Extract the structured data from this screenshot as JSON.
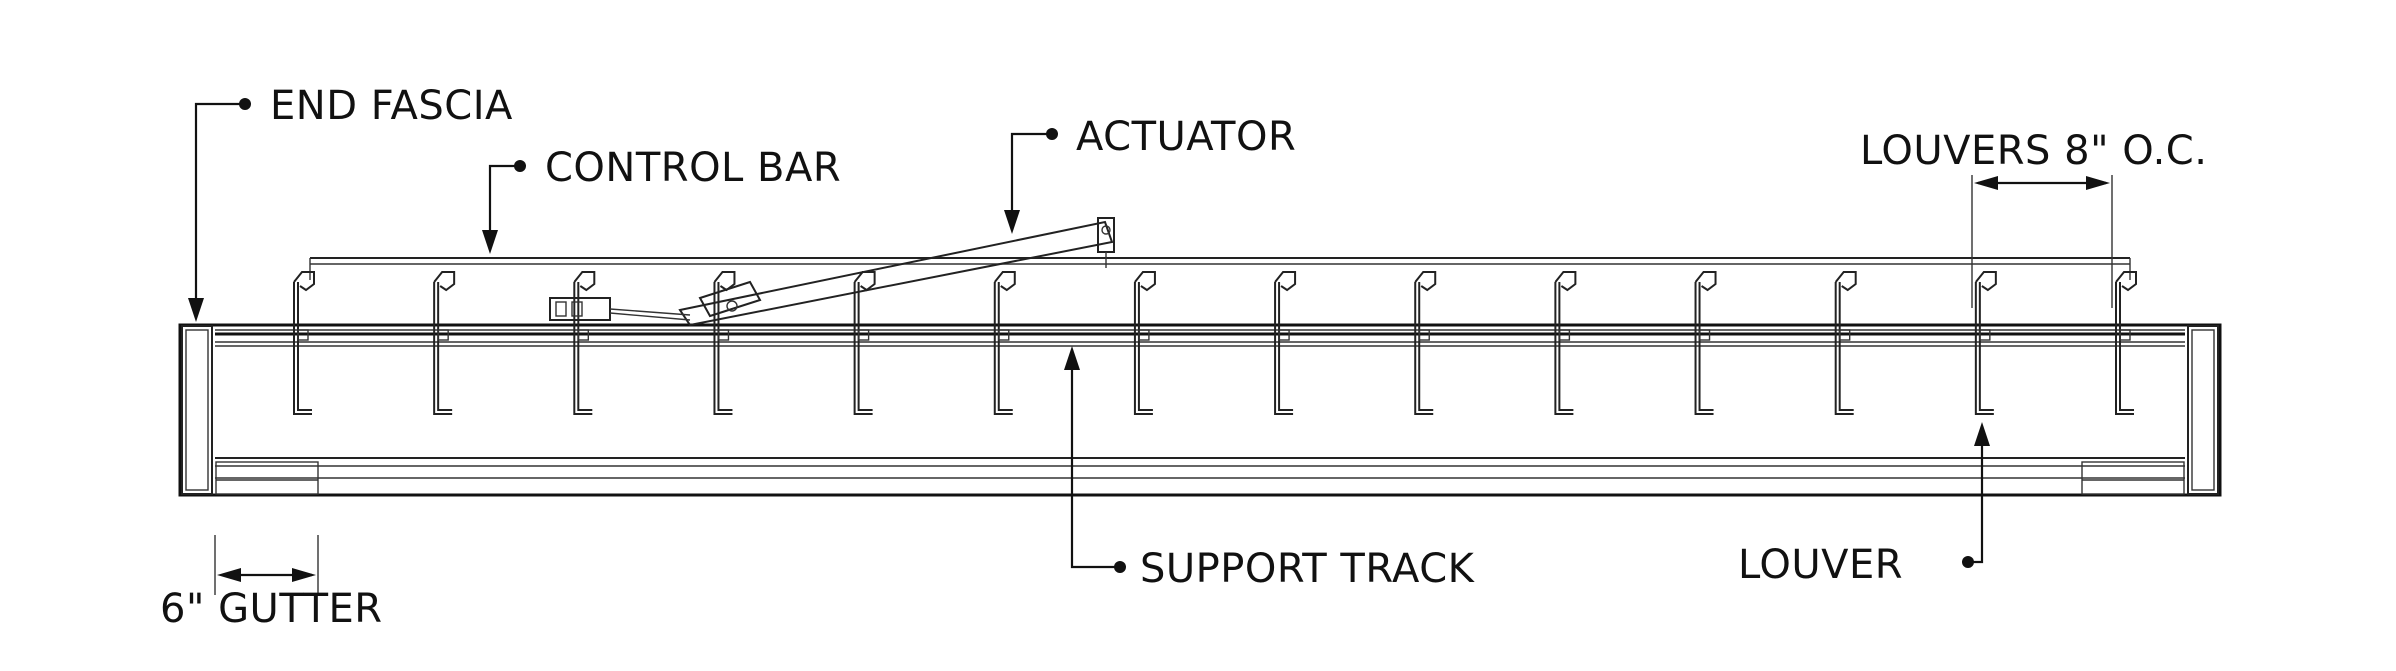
{
  "labels": {
    "end_fascia": "END FASCIA",
    "control_bar": "CONTROL BAR",
    "actuator": "ACTUATOR",
    "louvers_spacing": "LOUVERS 8\" O.C.",
    "support_track": "SUPPORT TRACK",
    "louver": "LOUVER",
    "gutter": "6\" GUTTER"
  },
  "louver_count": 14,
  "colors": {
    "line": "#111111",
    "background": "#ffffff"
  }
}
